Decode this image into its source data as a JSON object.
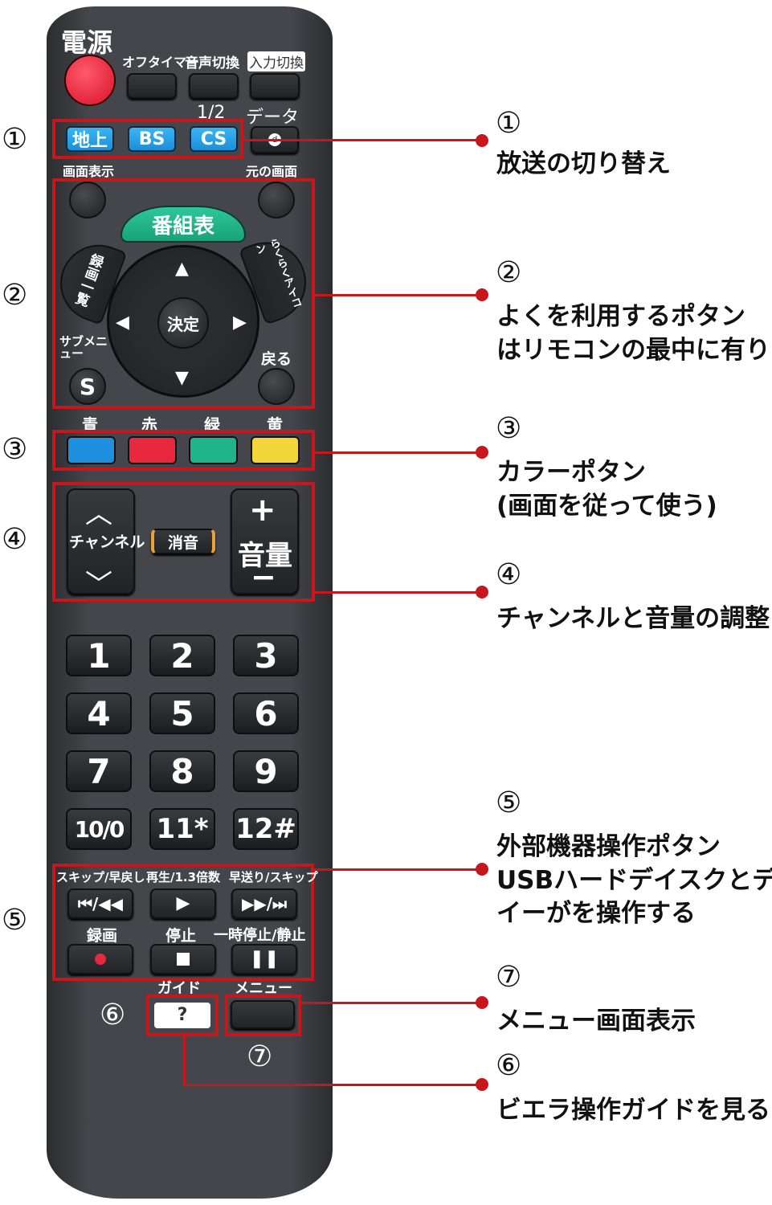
{
  "remote": {
    "power_label": "電源",
    "top_labels": [
      "オフタイマー",
      "音声切換",
      "入力切換"
    ],
    "half_label": "1/2",
    "data_label": "データ",
    "broadcast_buttons": [
      "地上",
      "BS",
      "CS"
    ],
    "data_button_icon": "d-icon",
    "screen_info_label": "画面表示",
    "return_screen_label": "元の画面",
    "guide_arc": "番組表",
    "rec_list_arc": "録画一覧",
    "easy_icon_arc": "らくらくアイコン",
    "ok_label": "決定",
    "submenu_label": "サブメニュー",
    "s_label": "S",
    "back_label": "戻る",
    "color_labels": [
      "青",
      "赤",
      "緑",
      "黄"
    ],
    "colors": {
      "blue": "#1f8fe0",
      "red": "#e8283c",
      "green": "#20b48a",
      "yellow": "#f2d63a",
      "annotation": "#c8161d"
    },
    "channel_label": "チャンネル",
    "mute_label": "消音",
    "volume_label": "音量",
    "numbers": [
      "1",
      "2",
      "3",
      "4",
      "5",
      "6",
      "7",
      "8",
      "9",
      "10/0",
      "11*",
      "12#"
    ],
    "playback_labels": [
      "スキップ/早戻し",
      "再生/1.3倍数",
      "早送り/スキップ"
    ],
    "control_labels": [
      "録画",
      "停止",
      "一時停止/静止"
    ],
    "guide_label": "ガイド",
    "guide_key": "?",
    "menu_label": "メニュー"
  },
  "markers": {
    "left": [
      "①",
      "②",
      "③",
      "④",
      "⑤"
    ],
    "six": "⑥",
    "seven": "⑦"
  },
  "annotations": [
    {
      "num": "①",
      "lines": [
        "放送の切り替え"
      ]
    },
    {
      "num": "②",
      "lines": [
        "よくを利用するポタン",
        "はリモコンの最中に有り"
      ]
    },
    {
      "num": "③",
      "lines": [
        "カラーポタン",
        "(画面を従って使う)"
      ]
    },
    {
      "num": "④",
      "lines": [
        "チャンネルと音量の調整"
      ]
    },
    {
      "num": "⑤",
      "lines": [
        "外部機器操作ポタン",
        "USBハードデイスクとデ",
        "イーがを操作する"
      ]
    },
    {
      "num": "⑦",
      "lines": [
        "メニュー画面表示"
      ]
    },
    {
      "num": "⑥",
      "lines": [
        "ビエラ操作ガイドを見る"
      ]
    }
  ]
}
